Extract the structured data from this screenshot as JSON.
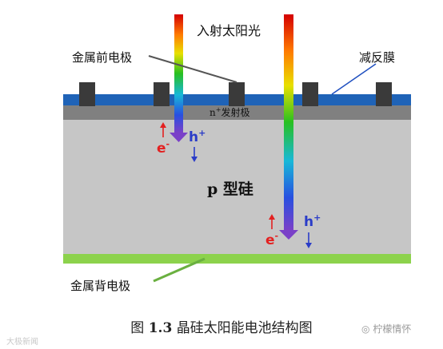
{
  "labels": {
    "incident_light": "入射太阳光",
    "front_electrode": "金属前电极",
    "antireflection": "减反膜",
    "emitter_prefix": "n",
    "emitter_sup": "+",
    "emitter_suffix": "发射极",
    "p_silicon": "p 型硅",
    "back_electrode": "金属背电极",
    "electron": "e",
    "electron_sup": "-",
    "hole": "h",
    "hole_sup": "+"
  },
  "caption": {
    "prefix": "图",
    "number": "1.3",
    "text": "晶硅太阳能电池结构图"
  },
  "watermarks": {
    "left": "大极新闻",
    "right": "柠檬情怀"
  },
  "colors": {
    "antireflection": "#1f63b7",
    "emitter": "#808080",
    "p_silicon": "#c6c6c6",
    "back_electrode": "#8cd24c",
    "front_electrode": "#3a3a3a",
    "electron": "#e32020",
    "hole": "#2a3cc8"
  }
}
